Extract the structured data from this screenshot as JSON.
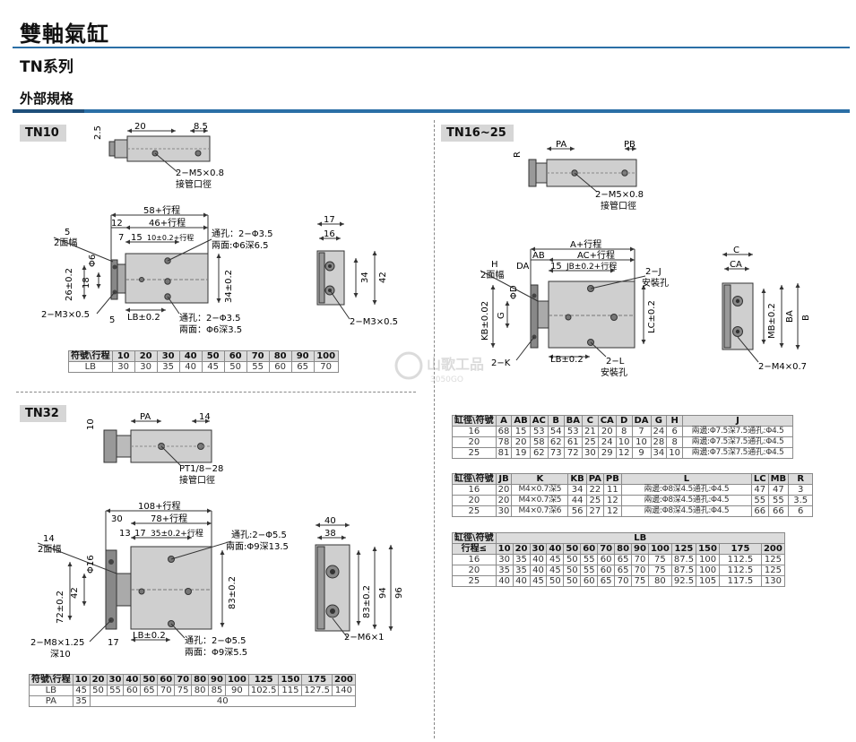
{
  "header": {
    "title": "雙軸氣缸",
    "subtitle": "TN系列",
    "section": "外部規格"
  },
  "labels": {
    "tn10": "TN10",
    "tn32": "TN32",
    "tn16": "TN16~25"
  },
  "watermark": {
    "text": "山歌工品",
    "sub": "3050GO"
  },
  "tn10": {
    "top": {
      "d1": "2.5",
      "d2": "20",
      "d3": "8.5",
      "port": "2−M5×0.8",
      "port2": "接管口徑"
    },
    "front": {
      "l1": "58+行程",
      "l2": "46+行程",
      "l3": "12",
      "l4": "7",
      "l5": "15",
      "l6": "10±0.2+行程",
      "w1": "5",
      "w2": "2面幅",
      "d6": "Φ6",
      "h26": "26±0.2",
      "h18": "18",
      "h34": "34±0.2",
      "thru1": "通孔：2−Φ3.5",
      "thru1b": "兩面:Φ6深6.5",
      "thru2": "通孔：2−Φ3.5",
      "thru2b": "兩面：Φ6深3.5",
      "lb": "LB±0.2",
      "m3": "2−M3×0.5",
      "b5": "5"
    },
    "side": {
      "w17": "17",
      "w16": "16",
      "h34": "34",
      "h42": "42",
      "m3": "2−M3×0.5"
    },
    "table": {
      "head": [
        "符號\\行程",
        "10",
        "20",
        "30",
        "40",
        "50",
        "60",
        "70",
        "80",
        "90",
        "100"
      ],
      "row": [
        "LB",
        "30",
        "30",
        "35",
        "40",
        "45",
        "50",
        "55",
        "60",
        "65",
        "70"
      ]
    }
  },
  "tn32": {
    "top": {
      "d1": "10",
      "d2": "PA",
      "d3": "14",
      "port": "PT1/8−28",
      "port2": "接管口徑"
    },
    "front": {
      "l1": "108+行程",
      "l2": "78+行程",
      "l3": "30",
      "l4": "13",
      "l5": "17",
      "l6": "35±0.2+行程",
      "w1": "14",
      "w2": "2面幅",
      "d16": "Φ16",
      "h42": "42",
      "h72": "72±0.2",
      "h83": "83±0.2",
      "thru1": "通孔:2−Φ5.5",
      "thru1b": "兩面:Φ9深13.5",
      "thru2": "通孔：2−Φ5.5",
      "thru2b": "兩面：Φ9深5.5",
      "lb": "LB±0.2",
      "m8": "2−M8×1.25",
      "m8b": "深10",
      "b17": "17"
    },
    "side": {
      "w40": "40",
      "w38": "38",
      "h83": "83±0.2",
      "h94": "94",
      "h96": "96",
      "m6": "2−M6×1"
    },
    "table": {
      "head": [
        "符號\\行程",
        "10",
        "20",
        "30",
        "40",
        "50",
        "60",
        "70",
        "80",
        "90",
        "100",
        "125",
        "150",
        "175",
        "200"
      ],
      "row1": [
        "LB",
        "45",
        "50",
        "55",
        "60",
        "65",
        "70",
        "75",
        "80",
        "85",
        "90",
        "102.5",
        "115",
        "127.5",
        "140"
      ],
      "row2a": "PA",
      "row2b": "35",
      "row2c": "40"
    }
  },
  "tn16": {
    "top": {
      "r": "R",
      "pa": "PA",
      "pb": "PB",
      "port": "2−M5×0.8",
      "port2": "接管口徑"
    },
    "front": {
      "l1": "A+行程",
      "l2": "AC+行程",
      "ab": "AB",
      "da": "DA",
      "h": "H",
      "w2": "2面幅",
      "l5": "15",
      "jb": "JB±0.2+行程",
      "j": "2−J",
      "j2": "安裝孔",
      "d": "ΦD",
      "kb": "KB±0.02",
      "g": "G",
      "lc": "LC±0.2",
      "k": "2−K",
      "lb": "LB±0.2",
      "l": "2−L",
      "l2b": "安裝孔"
    },
    "side": {
      "c": "C",
      "ca": "CA",
      "mb": "MB±0.2",
      "ba": "BA",
      "b": "B",
      "m4": "2−M4×0.7"
    },
    "t1": {
      "head": [
        "缸徑\\符號",
        "A",
        "AB",
        "AC",
        "B",
        "BA",
        "C",
        "CA",
        "D",
        "DA",
        "G",
        "H",
        "J"
      ],
      "rows": [
        [
          "16",
          "68",
          "15",
          "53",
          "54",
          "53",
          "21",
          "20",
          "8",
          "7",
          "24",
          "6",
          "兩邊:Φ7.5深7.5通孔:Φ4.5"
        ],
        [
          "20",
          "78",
          "20",
          "58",
          "62",
          "61",
          "25",
          "24",
          "10",
          "10",
          "28",
          "8",
          "兩邊:Φ7.5深7.5通孔:Φ4.5"
        ],
        [
          "25",
          "81",
          "19",
          "62",
          "73",
          "72",
          "30",
          "29",
          "12",
          "9",
          "34",
          "10",
          "兩邊:Φ7.5深7.5通孔:Φ4.5"
        ]
      ]
    },
    "t2": {
      "head": [
        "缸徑\\符號",
        "JB",
        "K",
        "KB",
        "PA",
        "PB",
        "L",
        "LC",
        "MB",
        "R"
      ],
      "rows": [
        [
          "16",
          "20",
          "M4×0.7深5",
          "34",
          "22",
          "11",
          "兩邊:Φ8深4.5通孔:Φ4.5",
          "47",
          "47",
          "3"
        ],
        [
          "20",
          "20",
          "M4×0.7深5",
          "44",
          "25",
          "12",
          "兩邊:Φ8深4.5通孔:Φ4.5",
          "55",
          "55",
          "3.5"
        ],
        [
          "25",
          "30",
          "M4×0.7深6",
          "56",
          "27",
          "12",
          "兩邊:Φ8深4.5通孔:Φ4.5",
          "66",
          "66",
          "6"
        ]
      ]
    },
    "t3": {
      "h1": "缸徑\\符號",
      "h2": "行程≤",
      "lb": "LB",
      "strokes": [
        "10",
        "20",
        "30",
        "40",
        "50",
        "60",
        "70",
        "80",
        "90",
        "100",
        "125",
        "150",
        "175",
        "200"
      ],
      "rows": [
        [
          "16",
          "30",
          "35",
          "40",
          "45",
          "50",
          "55",
          "60",
          "65",
          "70",
          "75",
          "87.5",
          "100",
          "112.5",
          "125"
        ],
        [
          "20",
          "35",
          "35",
          "40",
          "45",
          "50",
          "55",
          "60",
          "65",
          "70",
          "75",
          "87.5",
          "100",
          "112.5",
          "125"
        ],
        [
          "25",
          "40",
          "40",
          "45",
          "50",
          "50",
          "60",
          "65",
          "70",
          "75",
          "80",
          "92.5",
          "105",
          "117.5",
          "130"
        ]
      ]
    }
  }
}
